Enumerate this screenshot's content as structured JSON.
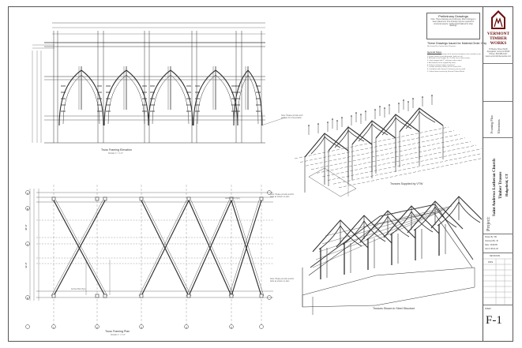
{
  "prelim": {
    "title": "Preliminary Drawings",
    "body": "Note: These drawings are preliminary. Minor changes in beam placement, size & design may be required for structural reasons. Verified and finalized for shop drawings."
  },
  "notes": {
    "heading": "These Drawings Issued for Material Order Only",
    "subheading": "Not Issued for Construction Purposes",
    "general_title": "General Notes",
    "items": [
      "1. Dimensions & placement of all structural members to be verified on site",
      "2. Frame shown as pre-fabricated - field cut to fit",
      "3. All timber to be Douglas Fir #1 & Btr. free of heart center",
      "4. Joints pegged with 1\" oak pegs unless noted",
      "5. All hardware to be supplied by others",
      "6. Surfaces planed, edges chamfered",
      "7. Lumber moisture content not to exceed 19%",
      "8. Coordinate with General Contractor prior to install",
      "9. Timber frame erection by Vermont Timber Works"
    ]
  },
  "views": {
    "elevation": {
      "title": "Truss Framing Elevation",
      "scale": "SCALE: 1\" = 1'-0\""
    },
    "plan": {
      "title": "Truss Framing Plan",
      "scale": "SCALE: 1\" = 1'-0\""
    },
    "supplied": {
      "title": "Trusses Supplied by VTW"
    },
    "steel": {
      "title": "Trusses Shown in Steel Structure"
    }
  },
  "callouts": {
    "elev_note": "Note: Please provide arch pockets for conservation",
    "plan_note_1": "Note: Please provide anchor bolts as shown on plan",
    "plan_note_2": "Note: Please provide anchor bolts as shown on plan",
    "bolt": "Anchor Bolt (Typ.)"
  },
  "grid": {
    "left_labels": [
      "A",
      "B",
      "C",
      "D"
    ],
    "bottom_labels": [
      "1",
      "2",
      "3",
      "4",
      "5"
    ],
    "dim_labels": [
      "40'-0\"",
      "32'-0\""
    ]
  },
  "titleblock": {
    "logo_line1": "VERMONT",
    "logo_line2": "TIMBER",
    "logo_line3": "WORKS",
    "address": "67 Beebe Street North Springfield, Vermont 05150 Phone: 802.886.1917 www.vermonttimberworks.com",
    "drawing_of": "Framing Plan",
    "elevations": "Elevations",
    "project_label": "Project:",
    "project_name": "Saint Andrews Lutheran Church",
    "project_sub": "Timber Trusses",
    "project_loc": "Ridgefield, CT",
    "drawn_by": "Drawn By: KB",
    "checked_by": "Checked By: JK",
    "date": "Date: 10/24/08",
    "job": "Job #: 08-01-03",
    "rev_header": "REVISIONS",
    "rev_row": "DATE",
    "sheet_label": "SHEET",
    "sheet_no": "F-1"
  }
}
